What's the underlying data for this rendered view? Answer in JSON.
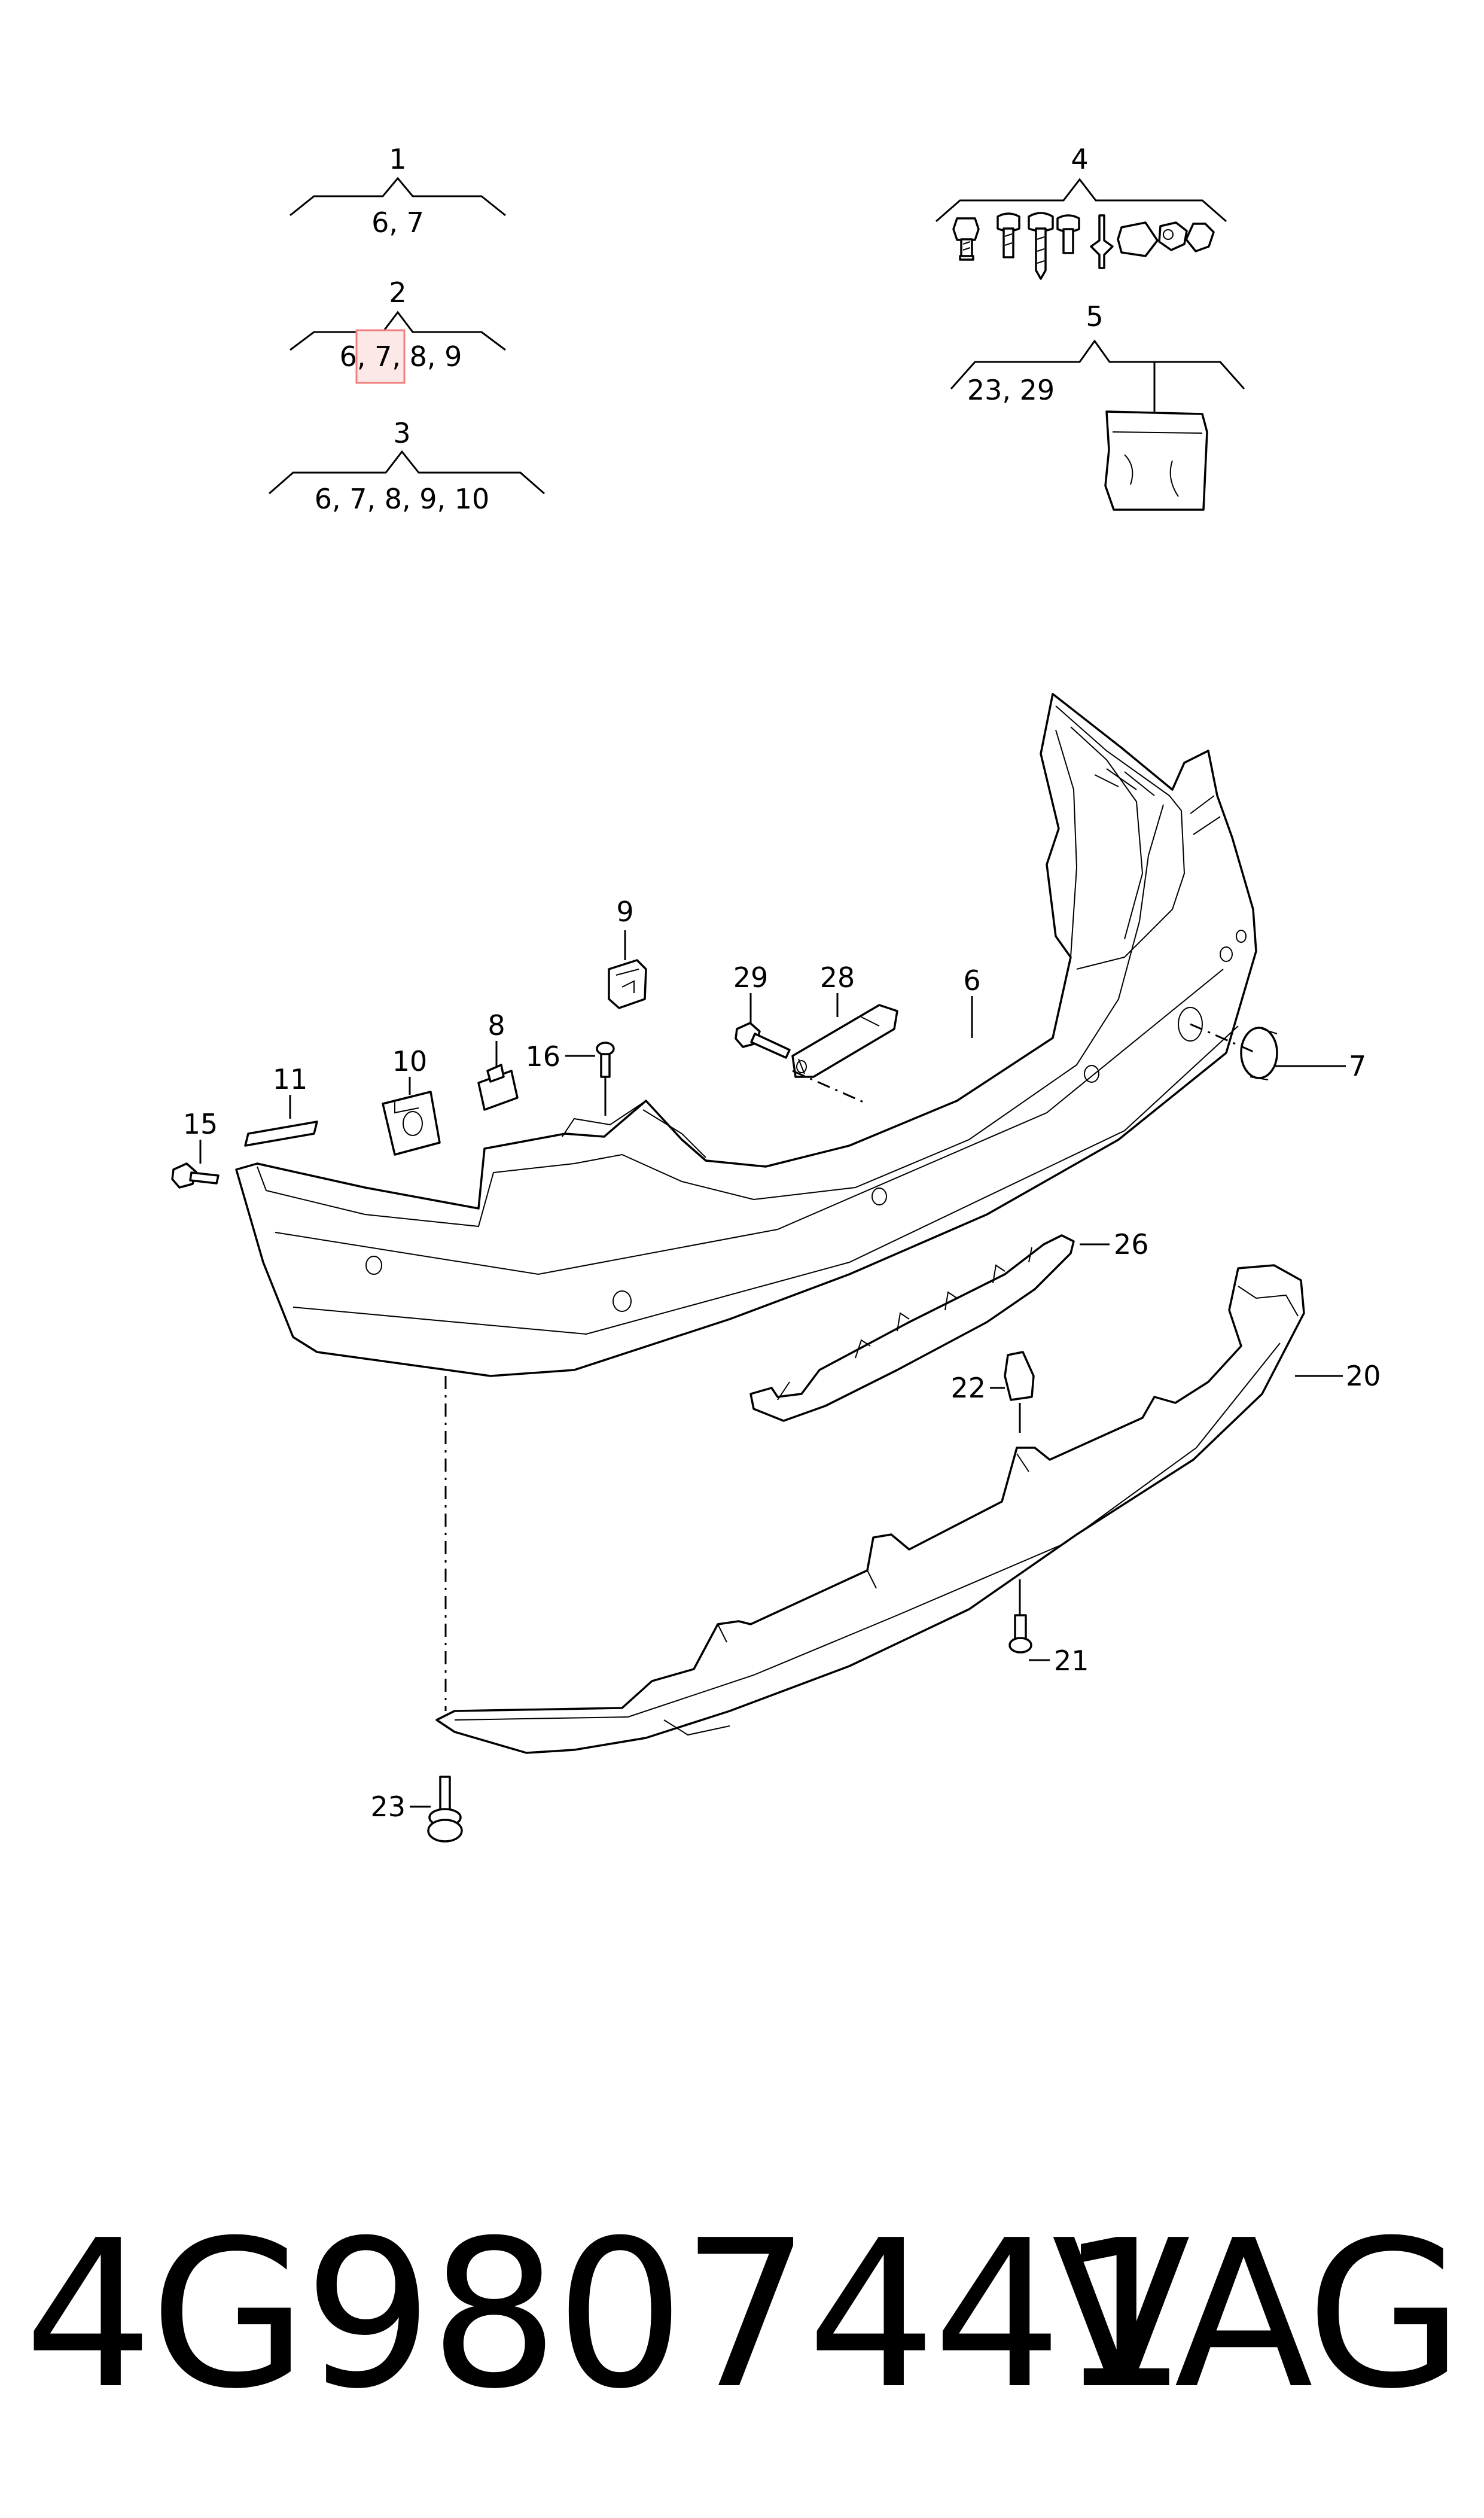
{
  "diagram": {
    "groups": [
      {
        "id": "1",
        "refs": "6, 7"
      },
      {
        "id": "2",
        "refs": "6, 7, 8, 9",
        "highlighted_ref": "7"
      },
      {
        "id": "3",
        "refs": "6, 7, 8, 9, 10"
      },
      {
        "id": "4",
        "refs": ""
      },
      {
        "id": "5",
        "refs": "23, 29"
      }
    ],
    "callouts": [
      "6",
      "7",
      "8",
      "9",
      "10",
      "11",
      "15",
      "16",
      "20",
      "21",
      "22",
      "23",
      "26",
      "28",
      "29"
    ],
    "highlight_color": "#f08080"
  },
  "footer": {
    "part_number": "4G9807441",
    "brand": "VAG"
  }
}
